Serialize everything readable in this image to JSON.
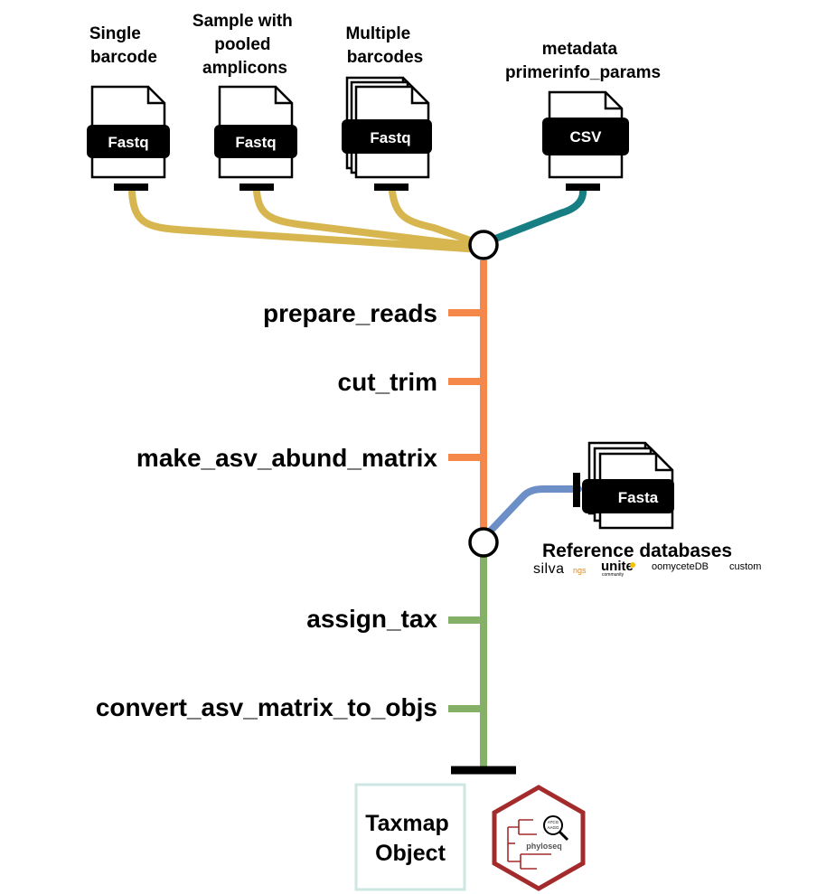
{
  "inputs": [
    {
      "heading": [
        "Single",
        "barcode"
      ],
      "file_label": "Fastq"
    },
    {
      "heading": [
        "Sample with",
        "pooled",
        "amplicons"
      ],
      "file_label": "Fastq"
    },
    {
      "heading": [
        "Multiple",
        "barcodes"
      ],
      "file_label": "Fastq"
    },
    {
      "heading": [
        "metadata",
        "primerinfo_params"
      ],
      "file_label": "CSV"
    }
  ],
  "steps": [
    "prepare_reads",
    "cut_trim",
    "make_asv_abund_matrix",
    "assign_tax",
    "convert_asv_matrix_to_objs"
  ],
  "reference": {
    "file_label": "Fasta",
    "title": "Reference databases",
    "logos": {
      "silva": "silva",
      "silva_sub": "ngs",
      "unite": "unite",
      "unite_sub": "community",
      "oomycete": "oomyceteDB",
      "custom": "custom"
    }
  },
  "outputs": {
    "taxmap": [
      "Taxmap",
      "Object"
    ],
    "phyloseq": "phyloseq",
    "phyloseq_tags": [
      "ATCG",
      "AAGG"
    ]
  },
  "colors": {
    "input_line": "#d7b64f",
    "metadata_line": "#177e83",
    "process_line": "#f5874a",
    "reference_line": "#6b8fc6",
    "taxonomy_line": "#85b067",
    "phyloseq_red": "#a32b2b",
    "taxmap_border": "#cfe7e3"
  }
}
